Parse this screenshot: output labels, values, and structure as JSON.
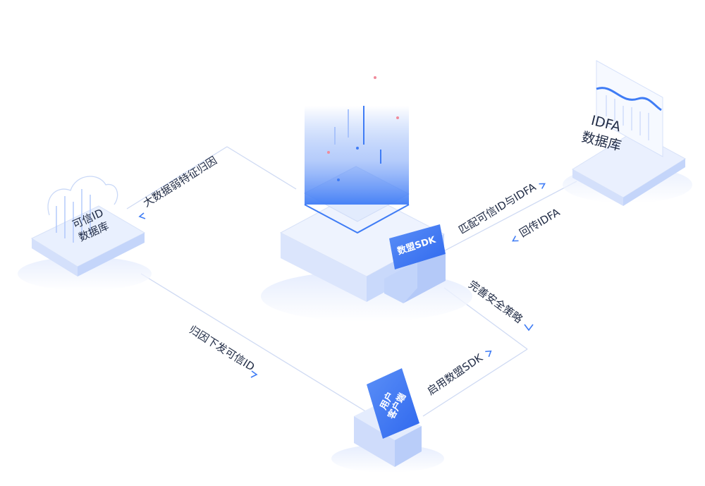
{
  "nodes": {
    "trusted_db": {
      "line1": "可信ID",
      "line2": "数据库"
    },
    "idfa_db": {
      "line1": "IDFA",
      "line2": "数据库"
    },
    "core": {
      "screen_label": "数盟SDK"
    },
    "client": {
      "line1": "用户",
      "line2": "客户端"
    }
  },
  "edges": {
    "big_data_attribution": "大数据弱特征归因",
    "match_trusted_id": "匹配可信ID与IDFA",
    "return_idfa": "回传IDFA",
    "security_policy": "完善安全策略",
    "attribution_issue_id": "归因下发可信ID",
    "enable_sdk": "启用数盟SDK"
  },
  "colors": {
    "accent": "#3f7cf5",
    "accent_light": "#a9c3fb",
    "panel": "#eef3fe",
    "line": "#cfdaf3"
  }
}
